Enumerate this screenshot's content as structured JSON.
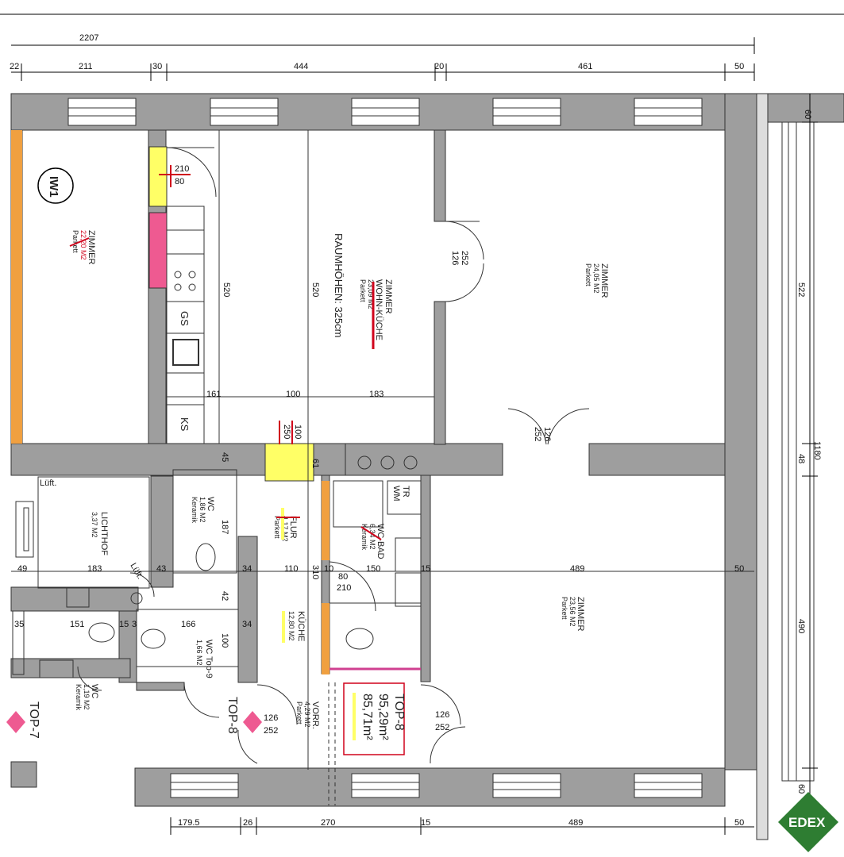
{
  "dimensions": {
    "top_total": "2207",
    "top_segments": [
      "22",
      "211",
      "30",
      "444",
      "20",
      "461",
      "50"
    ],
    "bottom_segments": [
      "179.5",
      "26",
      "270",
      "15",
      "489",
      "50"
    ],
    "right_segments": [
      "60",
      "522",
      "48",
      "490",
      "60"
    ],
    "right_total": "1180",
    "kitchen_widths": [
      "161",
      "100",
      "183"
    ],
    "row_widths": [
      "49",
      "183",
      "43",
      "34",
      "110",
      "10",
      "80",
      "150",
      "15",
      "489",
      "50"
    ],
    "lower_widths": [
      "35",
      "151",
      "15",
      "3",
      "166",
      "34"
    ],
    "heights": [
      "520",
      "520",
      "45",
      "187",
      "42",
      "100",
      "61",
      "210",
      "310"
    ],
    "door_labels": [
      "210",
      "80",
      "126",
      "252",
      "126",
      "252",
      "126",
      "252",
      "126",
      "252",
      "100",
      "250"
    ],
    "door_small": [
      "210",
      "80"
    ]
  },
  "rooms": {
    "room_left": {
      "name": "ZIMMER",
      "area": "22,20 M2",
      "floor": "Parkett"
    },
    "wohnkueche": {
      "name1": "ZIMMER",
      "name2": "WOHN-KÜCHE",
      "area": "23,09 M2",
      "floor": "Parkett"
    },
    "ceiling_note": "RAUMHÖHEN: 325cm",
    "room_right_top": {
      "name": "ZIMMER",
      "area": "24,05 M2",
      "floor": "Parkett"
    },
    "room_right_bottom": {
      "name": "ZIMMER",
      "area": "23,56 M2",
      "floor": "Parkett"
    },
    "lichthof": {
      "name": "LICHTHOF",
      "area": "3,37 M2"
    },
    "wc1": {
      "name": "WC",
      "area": "1,86 M2",
      "floor": "Keramik"
    },
    "flur": {
      "name": "FLUR",
      "area": "4,17 M2",
      "floor": "Parkett"
    },
    "bad": {
      "name": "WC-BAD",
      "area": "6,34 M2",
      "floor": "Keramik"
    },
    "kueche": {
      "name": "KÜCHE",
      "area": "12,80 M2"
    },
    "wc_top9": {
      "name": "WC Top-9",
      "area": "1,66 M2"
    },
    "wc_lower": {
      "name": "WC",
      "area": "1,19 M2",
      "floor": "Keramik"
    },
    "vorraum": {
      "name": "VORR.",
      "area": "4,29 M2",
      "floor": "Parkett"
    }
  },
  "labels": {
    "iw1": "IW1",
    "lueft": "Lüft.",
    "lueft2": "Lüft.",
    "gs": "GS",
    "ks": "KS",
    "tr": "TR",
    "wm": "WM",
    "top7": "TOP-7",
    "top8": "TOP-8"
  },
  "summary": {
    "unit": "TOP-8",
    "area1": "95,29m²",
    "area2": "85,71m²"
  },
  "brand": {
    "logo_text": "EDEX",
    "color": "#2e7d32"
  },
  "colors": {
    "wall": "#9e9e9e",
    "yellow": "#ffff66",
    "pink": "#ee5a91",
    "orange": "#f0a040",
    "red": "#d0021b"
  }
}
